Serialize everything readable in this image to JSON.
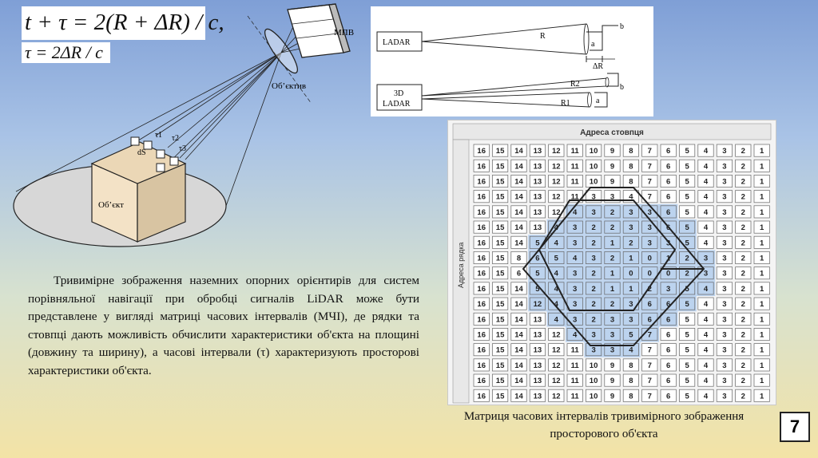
{
  "formulas": {
    "main": "t + τ = 2(R + ΔR) / c,",
    "tau": "τ = 2ΔR / c"
  },
  "lidar_scene": {
    "sensor_label": "МПВ",
    "lens_label": "Об’єктив",
    "object_label": "Об’єкт",
    "area_label": "dS",
    "tau_labels": [
      "τ1",
      "τ2",
      "τ3"
    ]
  },
  "ladar_diagram": {
    "ladar_label": "LADAR",
    "ladar3d_label_line1": "3D",
    "ladar3d_label_line2": "LADAR",
    "range_label": "R",
    "delta_label": "ΔR",
    "r1_label": "R1",
    "r2_label": "R2",
    "a_label": "a",
    "b_label": "b"
  },
  "matrix": {
    "column_header": "Адреса стовпця",
    "row_header": "Адреса рядка",
    "column_numbers": [
      16,
      15,
      14,
      13,
      12,
      11,
      10,
      9,
      8,
      7,
      6,
      5,
      4,
      3,
      2,
      1
    ],
    "rows": [
      [
        "16",
        "15",
        "14",
        "13",
        "12",
        "11",
        "10",
        "9",
        "8",
        "7",
        "6",
        "5",
        "4",
        "3",
        "2",
        "1"
      ],
      [
        "16",
        "15",
        "14",
        "13",
        "12",
        "11",
        "10",
        "9",
        "8",
        "7",
        "6",
        "5",
        "4",
        "3",
        "2",
        "1"
      ],
      [
        "16",
        "15",
        "14",
        "13",
        "12",
        "11",
        "10",
        "9",
        "8",
        "7",
        "6",
        "5",
        "4",
        "3",
        "2",
        "1"
      ],
      [
        "16",
        "15",
        "14",
        "13",
        "12",
        "11",
        "3",
        "3",
        "4",
        "7",
        "6",
        "5",
        "4",
        "3",
        "2",
        "1"
      ],
      [
        "16",
        "15",
        "14",
        "13",
        "12",
        "4",
        "3",
        "2",
        "3",
        "3",
        "6",
        "5",
        "4",
        "3",
        "2",
        "1"
      ],
      [
        "16",
        "15",
        "14",
        "13",
        "4",
        "3",
        "2",
        "2",
        "3",
        "3",
        "6",
        "5",
        "4",
        "3",
        "2",
        "1"
      ],
      [
        "16",
        "15",
        "14",
        "5",
        "4",
        "3",
        "2",
        "1",
        "2",
        "3",
        "3",
        "5",
        "4",
        "3",
        "2",
        "1"
      ],
      [
        "16",
        "15",
        "8",
        "6",
        "5",
        "4",
        "3",
        "2",
        "1",
        "0",
        "1",
        "2",
        "3",
        "3",
        "2",
        "1"
      ],
      [
        "16",
        "15",
        "6",
        "5",
        "4",
        "3",
        "2",
        "1",
        "0",
        "0",
        "0",
        "2",
        "3",
        "3",
        "2",
        "1"
      ],
      [
        "16",
        "15",
        "14",
        "5",
        "4",
        "3",
        "2",
        "1",
        "1",
        "2",
        "3",
        "5",
        "4",
        "3",
        "2",
        "1"
      ],
      [
        "16",
        "15",
        "14",
        "12",
        "4",
        "3",
        "2",
        "2",
        "3",
        "6",
        "6",
        "5",
        "4",
        "3",
        "2",
        "1"
      ],
      [
        "16",
        "15",
        "14",
        "13",
        "4",
        "3",
        "2",
        "3",
        "3",
        "6",
        "6",
        "5",
        "4",
        "3",
        "2",
        "1"
      ],
      [
        "16",
        "15",
        "14",
        "13",
        "12",
        "4",
        "3",
        "3",
        "5",
        "7",
        "6",
        "5",
        "4",
        "3",
        "2",
        "1"
      ],
      [
        "16",
        "15",
        "14",
        "13",
        "12",
        "11",
        "3",
        "3",
        "4",
        "7",
        "6",
        "5",
        "4",
        "3",
        "2",
        "1"
      ],
      [
        "16",
        "15",
        "14",
        "13",
        "12",
        "11",
        "10",
        "9",
        "8",
        "7",
        "6",
        "5",
        "4",
        "3",
        "2",
        "1"
      ],
      [
        "16",
        "15",
        "14",
        "13",
        "12",
        "11",
        "10",
        "9",
        "8",
        "7",
        "6",
        "5",
        "4",
        "3",
        "2",
        "1"
      ],
      [
        "16",
        "15",
        "14",
        "13",
        "12",
        "11",
        "10",
        "9",
        "8",
        "7",
        "6",
        "5",
        "4",
        "3",
        "2",
        "1"
      ]
    ]
  },
  "description": "Тривимірне зображення наземних опорних орієнтирів для систем порівняльної навігації при обробці сигналів LiDAR може бути представлене у вигляді матриці часових інтервалів (МЧІ), де рядки та стовпці дають можливість обчислити характеристики об'єкта на площині (довжину та ширину), а часові інтервали (τ) характеризують просторові характеристики об'єкта.",
  "caption": "Матриця часових інтервалів тривимірного зображення просторового об'єкта",
  "page_number": "7"
}
